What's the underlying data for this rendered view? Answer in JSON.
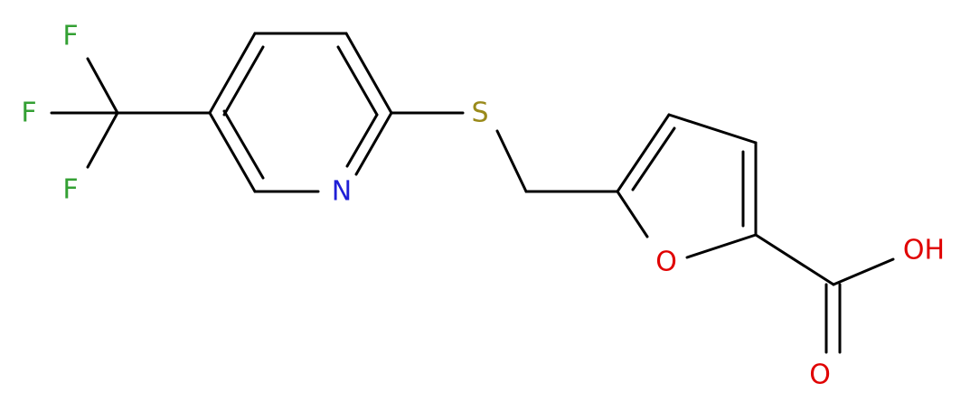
{
  "molecule": {
    "atoms": {
      "F1": {
        "label": "F",
        "color": "#33a033"
      },
      "F2": {
        "label": "F",
        "color": "#33a033"
      },
      "F3": {
        "label": "F",
        "color": "#33a033"
      },
      "N": {
        "label": "N",
        "color": "#1f1fd6"
      },
      "S": {
        "label": "S",
        "color": "#9a8a1a"
      },
      "O_ring": {
        "label": "O",
        "color": "#e00000"
      },
      "OH": {
        "label": "OH",
        "color": "#e00000"
      },
      "O_carbonyl": {
        "label": "O",
        "color": "#e00000"
      }
    },
    "bond_color": "#000000"
  }
}
